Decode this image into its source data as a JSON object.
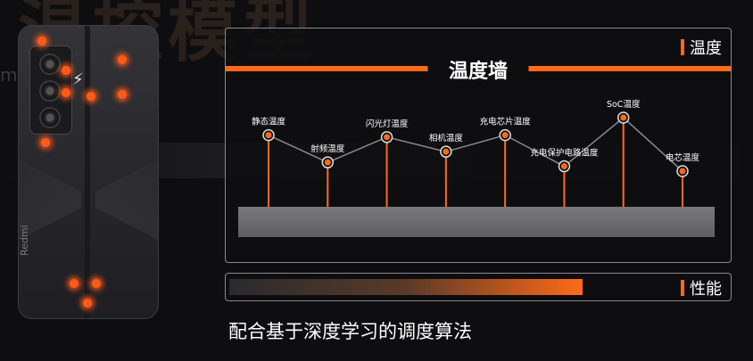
{
  "background": {
    "word": "温控模型",
    "sub": "m          trol Model"
  },
  "temperature_panel": {
    "label": "温度",
    "title": "温度墙",
    "accent": "#ff6a1a",
    "points": [
      {
        "label": "静态温度",
        "value": 0.72
      },
      {
        "label": "射频温度",
        "value": 0.44
      },
      {
        "label": "闪光灯温度",
        "value": 0.7
      },
      {
        "label": "相机温度",
        "value": 0.55
      },
      {
        "label": "充电芯片温度",
        "value": 0.72
      },
      {
        "label": "充电保护电路温度",
        "value": 0.4
      },
      {
        "label": "SoC温度",
        "value": 0.9
      },
      {
        "label": "电芯温度",
        "value": 0.35
      }
    ]
  },
  "performance_panel": {
    "label": "性能",
    "level_percent": 71
  },
  "caption": "配合基于深度学习的调度算法",
  "phone": {
    "brand": "Redmi"
  }
}
